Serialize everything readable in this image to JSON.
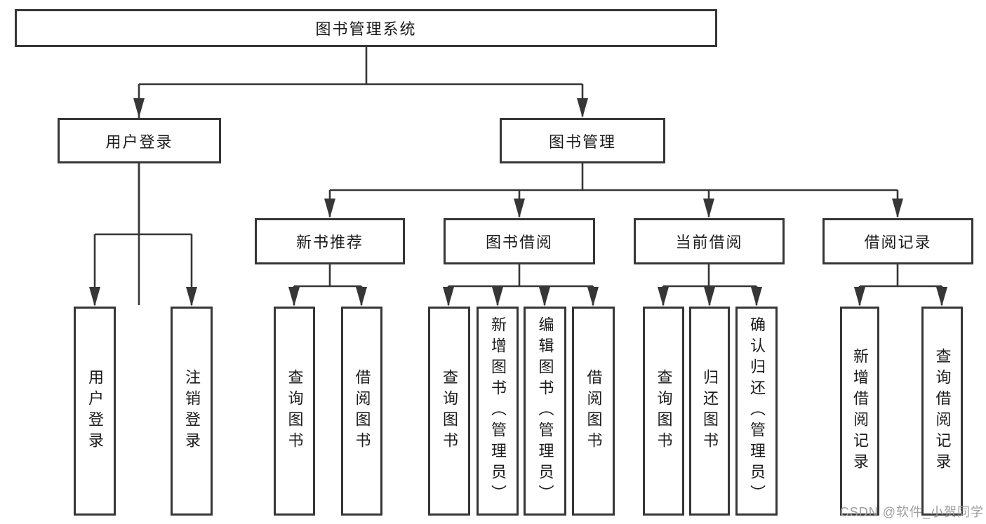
{
  "page": {
    "background": "#ffffff"
  },
  "colors": {
    "line": "#363636",
    "node_border": "#363636",
    "text": "#1b1b1b",
    "watermark": "#9c9ca4"
  },
  "diagram": {
    "type": "hierarchy",
    "root": {
      "label": "图书管理系统"
    },
    "branches": [
      {
        "label": "用户登录",
        "children": [
          {
            "label": "用户登录"
          },
          {
            "label": "注销登录"
          }
        ]
      },
      {
        "label": "图书管理",
        "children": [
          {
            "label": "新书推荐",
            "children": [
              {
                "label": "查询图书"
              },
              {
                "label": "借阅图书"
              }
            ]
          },
          {
            "label": "图书借阅",
            "children": [
              {
                "label": "查询图书"
              },
              {
                "label": "新增图书（管理员）"
              },
              {
                "label": "编辑图书（管理员）"
              },
              {
                "label": "借阅图书"
              }
            ]
          },
          {
            "label": "当前借阅",
            "children": [
              {
                "label": "查询图书"
              },
              {
                "label": "归还图书"
              },
              {
                "label": "确认归还（管理员）"
              }
            ]
          },
          {
            "label": "借阅记录",
            "children": [
              {
                "label": "新增借阅记录"
              },
              {
                "label": "查询借阅记录"
              }
            ]
          }
        ]
      }
    ]
  },
  "watermark": {
    "text": "CSDN @软件_小贺同学"
  }
}
